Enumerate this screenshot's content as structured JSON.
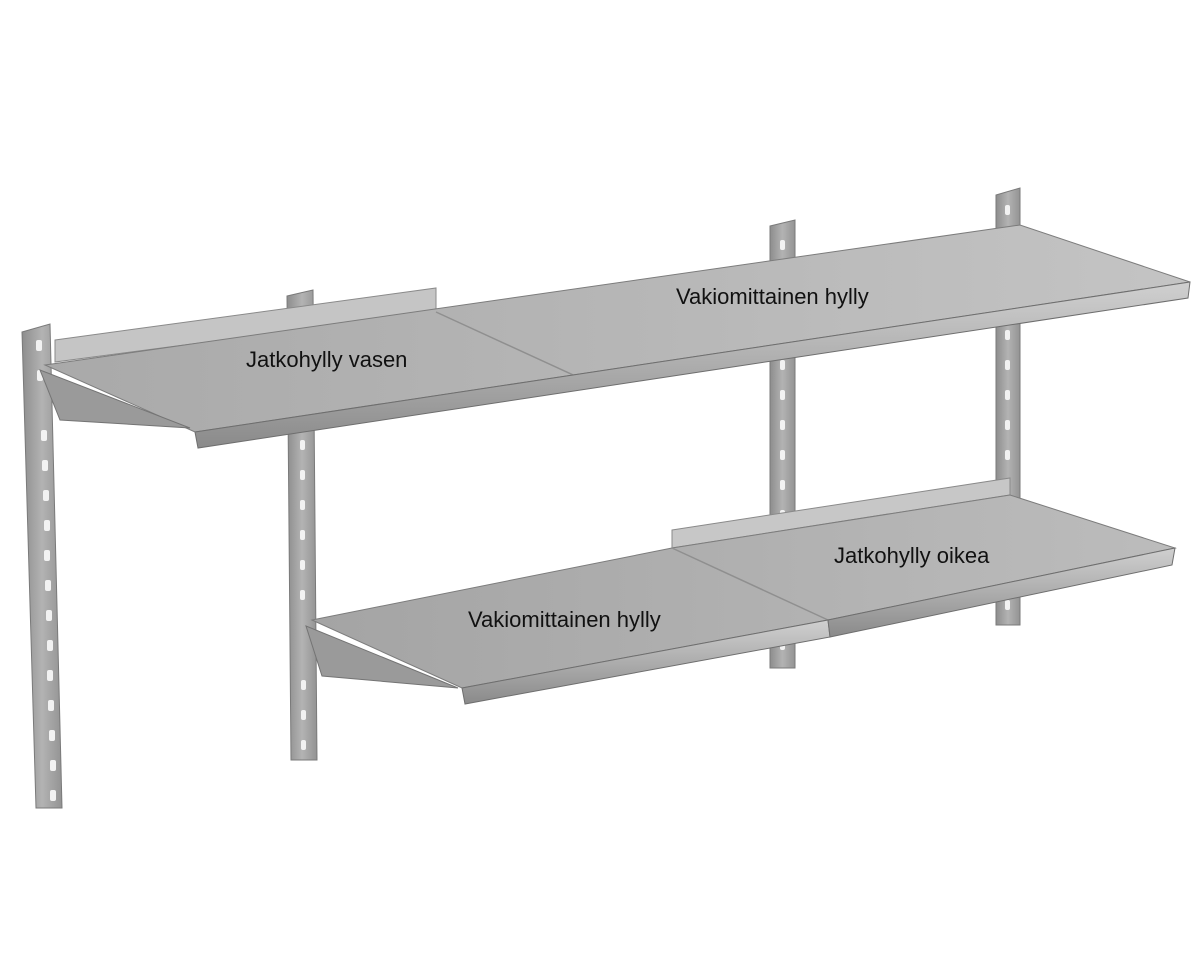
{
  "labels": {
    "top_standard_shelf": "Vakiomittainen hylly",
    "top_extension_left": "Jatkohylly vasen",
    "bottom_extension_right": "Jatkohylly oikea",
    "bottom_standard_shelf": "Vakiomittainen hylly"
  },
  "colors": {
    "metal_light": "#bdbdbd",
    "metal_mid": "#a3a3a3",
    "metal_dark": "#7f7f7f",
    "metal_edge": "#6e6e6e",
    "background": "#ffffff"
  }
}
